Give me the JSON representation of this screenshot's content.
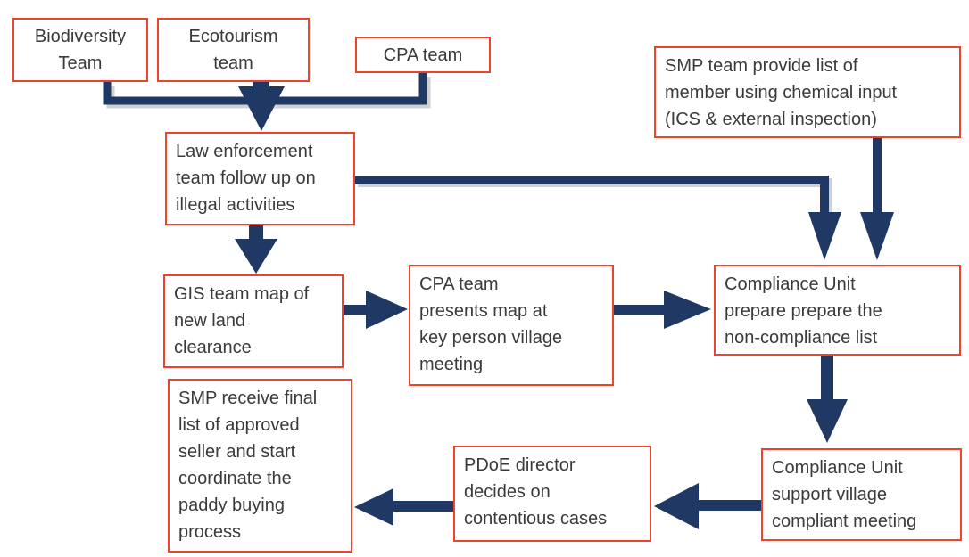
{
  "diagram": {
    "type": "flowchart",
    "colors": {
      "arrow": "#1f3864",
      "box_border": "#f0402e",
      "box_fill": "#ffffff",
      "text": "#3a3a3a"
    },
    "nodes": {
      "biodiversity_team": {
        "label": "Biodiversity Team",
        "lines": [
          "Biodiversity",
          "Team"
        ]
      },
      "ecotourism_team": {
        "label": "Ecotourism team",
        "lines": [
          "Ecotourism",
          "team"
        ]
      },
      "cpa_team": {
        "label": "CPA team",
        "lines": [
          "CPA team"
        ]
      },
      "smp_provide": {
        "label": "SMP team provide list of member using chemical input (ICS & external inspection)",
        "lines": [
          "SMP team provide list of",
          "member using chemical input",
          "(ICS & external inspection)"
        ]
      },
      "law_enforcement": {
        "label": "Law enforcement team follow up on illegal activities",
        "lines": [
          "Law enforcement",
          "team follow up on",
          "illegal activities"
        ]
      },
      "gis_team": {
        "label": "GIS team map of new land clearance",
        "lines": [
          "GIS team map of",
          "new land",
          "clearance"
        ]
      },
      "cpa_presents": {
        "label": "CPA team presents map at key person village meeting",
        "lines": [
          "CPA team",
          "presents map at",
          "key person village",
          "meeting"
        ]
      },
      "compliance_prepare": {
        "label": "Compliance Unit prepare prepare the non-compliance list",
        "lines": [
          "Compliance Unit",
          "prepare prepare the",
          "non-compliance list"
        ]
      },
      "smp_receive": {
        "label": "SMP receive final list of approved seller and start coordinate the paddy buying process",
        "lines": [
          "SMP receive final",
          "list of approved",
          "seller and start",
          "coordinate the",
          "paddy buying",
          "process"
        ]
      },
      "pdoe_director": {
        "label": "PDoE director decides on contentious cases",
        "lines": [
          "PDoE director",
          "decides on",
          "contentious cases"
        ]
      },
      "compliance_support": {
        "label": "Compliance Unit support village compliant meeting",
        "lines": [
          "Compliance Unit",
          "support village",
          "compliant meeting"
        ]
      }
    },
    "edges": [
      "biodiversity_team -> law_enforcement",
      "ecotourism_team -> law_enforcement",
      "cpa_team -> law_enforcement",
      "law_enforcement -> compliance_prepare",
      "smp_provide -> compliance_prepare",
      "law_enforcement -> gis_team",
      "gis_team -> cpa_presents",
      "cpa_presents -> compliance_prepare",
      "compliance_prepare -> compliance_support",
      "compliance_support -> pdoe_director",
      "pdoe_director -> smp_receive"
    ]
  }
}
